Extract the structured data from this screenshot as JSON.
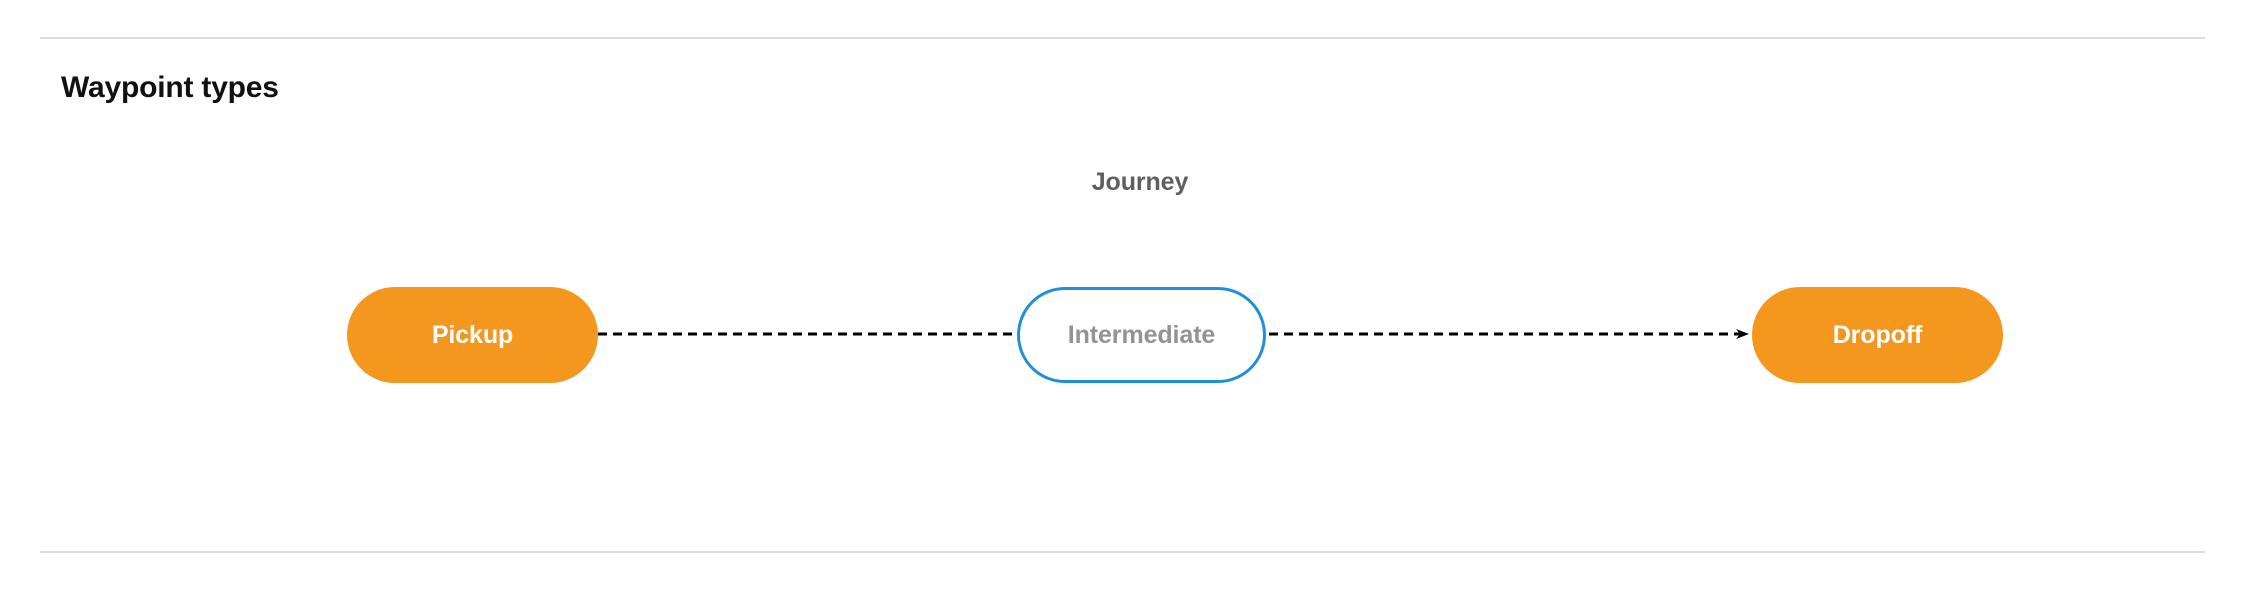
{
  "section": {
    "title": "Waypoint types"
  },
  "diagram": {
    "group_label": "Journey",
    "nodes": [
      {
        "id": "pickup",
        "label": "Pickup",
        "style": "filled",
        "color": "#f3971f",
        "text_color": "#ffffff"
      },
      {
        "id": "intermediate",
        "label": "Intermediate",
        "style": "outline",
        "color": "#1e90d8",
        "text_color": "#939393"
      },
      {
        "id": "dropoff",
        "label": "Dropoff",
        "style": "filled",
        "color": "#f3971f",
        "text_color": "#ffffff"
      }
    ],
    "edges": [
      {
        "from": "pickup",
        "to": "intermediate",
        "line": "dashed",
        "arrow": false
      },
      {
        "from": "intermediate",
        "to": "dropoff",
        "line": "dashed",
        "arrow": true
      }
    ]
  },
  "colors": {
    "accent_orange": "#f3971f",
    "accent_blue": "#1e90d8",
    "divider": "#dadce0",
    "muted_text": "#5f5f5f",
    "connector": "#000000"
  }
}
